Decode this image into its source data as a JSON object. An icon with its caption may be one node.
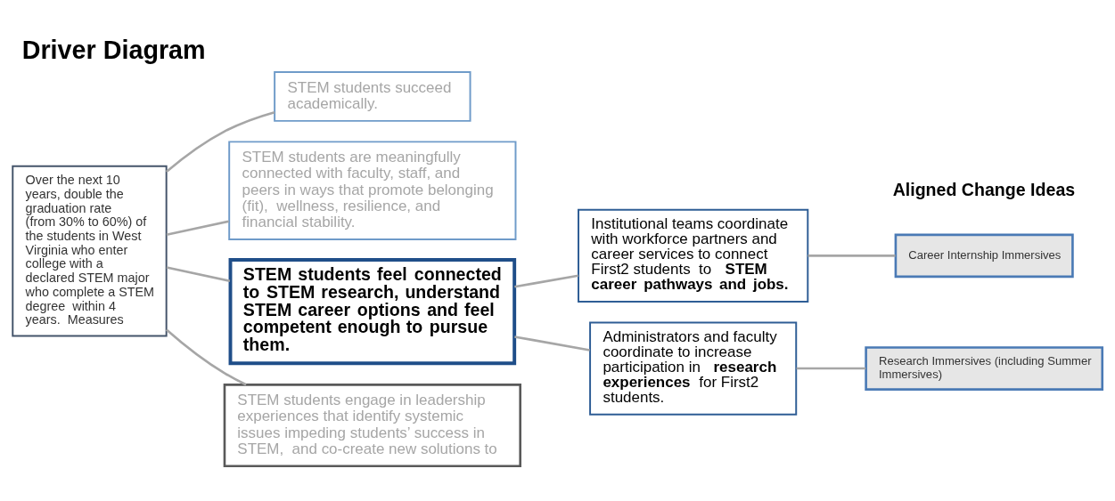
{
  "diagram": {
    "title": "Driver Diagram",
    "nodes": [
      {
        "text": [
          "Over the next 10 years, double the graduation rate (from 30% to 60%) of the students in West Virginia who enter college with a declared STEM major who complete a STEM degree  within 4 years.  Measures"
        ]
      },
      {
        "text": [
          "STEM students succeed academically."
        ]
      },
      {
        "text": [
          "STEM students are meaningfully connected with faculty, staff, and peers in ways that promote belonging (fit),  wellness, resilience, and financial stability."
        ]
      },
      {
        "text": [
          "STEM students feel connected to STEM research, understand STEM career options and feel competent enough to pursue them."
        ]
      },
      {
        "text": [
          "STEM students engage in leadership experiences that identify systemic issues impeding students’ success in STEM,  and co-create new solutions to"
        ]
      },
      {
        "text": [
          "Institutional teams coordinate with workforce partners and career services to connect First2 students  to **STEM career pathways and jobs.**"
        ]
      },
      {
        "text": [
          "Administrators and faculty coordinate to increase participation in **research experiences** for First2 students."
        ]
      },
      {
        "text": [
          "Career Internship Immersives"
        ]
      },
      {
        "text": [
          "Research Immersives (including Summer Immersives)"
        ]
      }
    ],
    "edges": [
      {
        "from": 0,
        "to": 1,
        "arrow": "none"
      },
      {
        "from": 0,
        "to": 2,
        "arrow": "none"
      },
      {
        "from": 0,
        "to": 3,
        "arrow": "none"
      },
      {
        "from": 0,
        "to": 4,
        "arrow": "none"
      },
      {
        "from": 3,
        "to": 5,
        "arrow": "none"
      },
      {
        "from": 3,
        "to": 6,
        "arrow": "none"
      },
      {
        "from": 5,
        "to": 7,
        "arrow": "none"
      },
      {
        "from": 6,
        "to": 8,
        "arrow": "none"
      }
    ],
    "labels": [
      "Aligned Change Ideas"
    ]
  }
}
